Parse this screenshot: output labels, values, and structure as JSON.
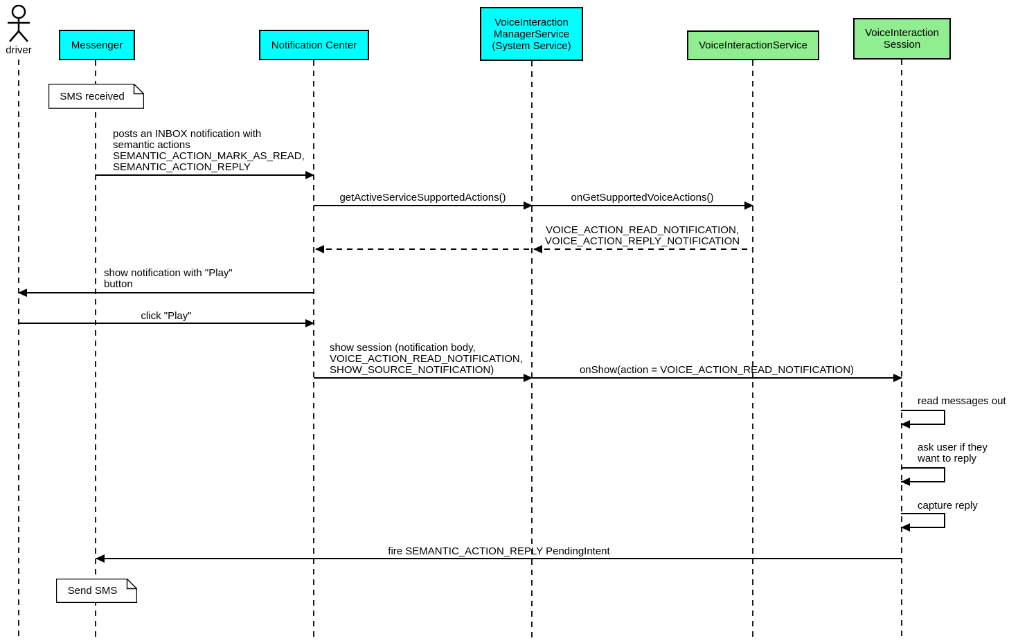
{
  "diagram": {
    "type": "sequence",
    "actor": {
      "label": "driver"
    },
    "participants": [
      {
        "label": "Messenger",
        "color": "#00FFFF"
      },
      {
        "label": "Notification Center",
        "color": "#00FFFF"
      },
      {
        "label": "VoiceInteraction\nManagerService\n(System Service)",
        "color": "#00FFFF"
      },
      {
        "label": "VoiceInteractionService",
        "color": "#90EE90"
      },
      {
        "label": "VoiceInteraction\nSession",
        "color": "#90EE90"
      }
    ],
    "notes": [
      {
        "on": "Messenger",
        "label": "SMS received"
      },
      {
        "on": "Messenger",
        "label": "Send SMS"
      }
    ],
    "messages": [
      {
        "from": "Messenger",
        "to": "Notification Center",
        "style": "solid",
        "label": "posts an INBOX notification with\nsemantic actions\nSEMANTIC_ACTION_MARK_AS_READ,\nSEMANTIC_ACTION_REPLY"
      },
      {
        "from": "Notification Center",
        "to": "VoiceInteractionManagerService",
        "style": "solid",
        "label": "getActiveServiceSupportedActions()"
      },
      {
        "from": "VoiceInteractionManagerService",
        "to": "VoiceInteractionService",
        "style": "solid",
        "label": "onGetSupportedVoiceActions()"
      },
      {
        "from": "VoiceInteractionService",
        "to": "Notification Center",
        "style": "dashed-return",
        "label": "VOICE_ACTION_READ_NOTIFICATION,\nVOICE_ACTION_REPLY_NOTIFICATION"
      },
      {
        "from": "Notification Center",
        "to": "driver",
        "style": "solid",
        "label": "show notification with \"Play\"\nbutton"
      },
      {
        "from": "driver",
        "to": "Notification Center",
        "style": "solid",
        "label": "click \"Play\""
      },
      {
        "from": "Notification Center",
        "to": "VoiceInteractionManagerService",
        "style": "solid",
        "label": "show session (notification body,\nVOICE_ACTION_READ_NOTIFICATION,\nSHOW_SOURCE_NOTIFICATION)"
      },
      {
        "from": "VoiceInteractionManagerService",
        "to": "VoiceInteractionSession",
        "style": "solid",
        "label": "onShow(action = VOICE_ACTION_READ_NOTIFICATION)"
      },
      {
        "from": "VoiceInteractionSession",
        "to": "VoiceInteractionSession",
        "style": "self",
        "label": "read messages out"
      },
      {
        "from": "VoiceInteractionSession",
        "to": "VoiceInteractionSession",
        "style": "self",
        "label": "ask user if they\nwant to reply"
      },
      {
        "from": "VoiceInteractionSession",
        "to": "VoiceInteractionSession",
        "style": "self",
        "label": "capture reply"
      },
      {
        "from": "VoiceInteractionSession",
        "to": "Messenger",
        "style": "solid",
        "label": "fire SEMANTIC_ACTION_REPLY PendingIntent"
      }
    ]
  }
}
